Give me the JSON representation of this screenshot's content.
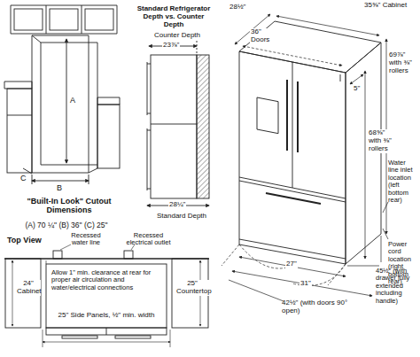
{
  "diagram": {
    "labels": [
      "A",
      "B",
      "C",
      "\"Built-In Look\" Cutout Dimensions",
      "(A) 70 ¼\"   (B) 36\"   (C) 25\"",
      "Standard Refrigerator Depth vs. Counter Depth",
      "Counter Depth",
      "23⅞\"",
      "28¼\"",
      "Standard Depth",
      "28½\"",
      "35⅝\" Cabinet",
      "36\" Doors",
      "5\"",
      "69⅞\" with ⅜\" rollers",
      "68⅝\" with ⅜\" rollers",
      "Water line inlet location (left bottom rear)",
      "Power cord location (right bottom rear)",
      "27\"",
      "31\"",
      "45½\" (with drawer fully extended including handle)",
      "42½\" (with doors 90° open)",
      "Top View",
      "Recessed water line",
      "Recessed electrical outlet",
      "Allow 1\" min. clearance at rear for proper air circulation and water/electrical connections",
      "24\" Cabinet",
      "25\" Countertop",
      "25\" Side Panels, ½\" min. width"
    ]
  }
}
